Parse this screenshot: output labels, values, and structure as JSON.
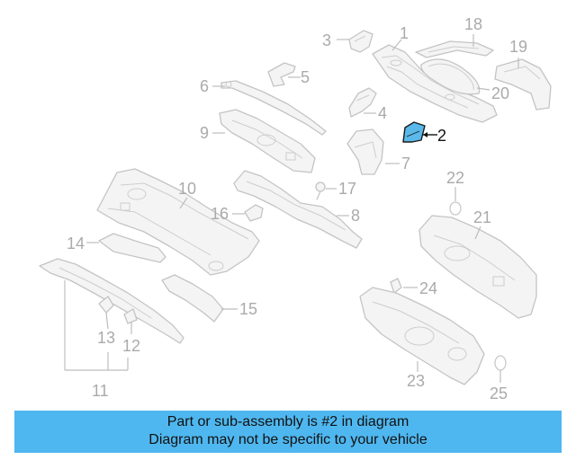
{
  "diagram": {
    "highlight_color": "#5ab9ea",
    "callouts": {
      "c1": "1",
      "c2": "2",
      "c3": "3",
      "c4": "4",
      "c5": "5",
      "c6": "6",
      "c7": "7",
      "c8": "8",
      "c9": "9",
      "c10": "10",
      "c11": "11",
      "c12": "12",
      "c13": "13",
      "c14": "14",
      "c15": "15",
      "c16": "16",
      "c17": "17",
      "c18": "18",
      "c19": "19",
      "c20": "20",
      "c21": "21",
      "c22": "22",
      "c23": "23",
      "c24": "24",
      "c25": "25"
    }
  },
  "banner": {
    "line1": "Part or sub-assembly is #2 in diagram",
    "line2": "Diagram may not be specific to your vehicle",
    "color": "#4fb7ef"
  }
}
